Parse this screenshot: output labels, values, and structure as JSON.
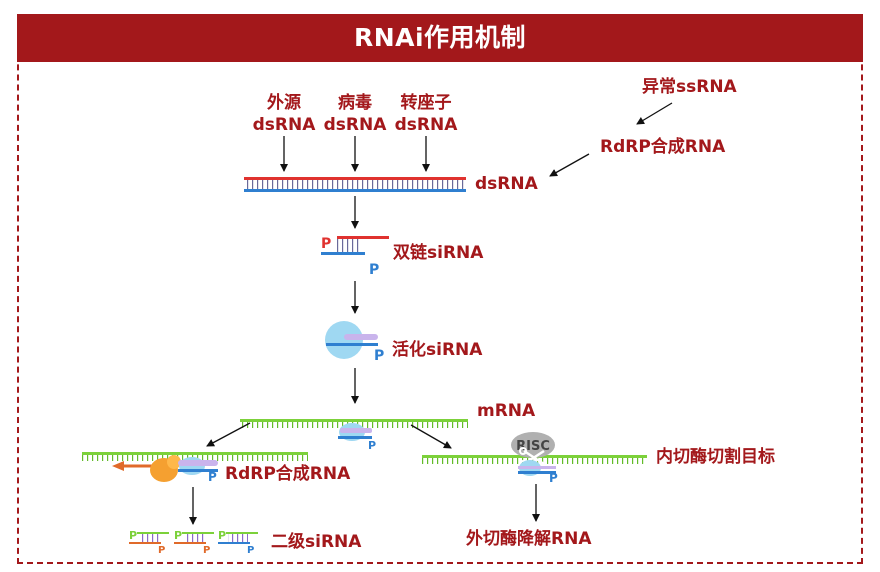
{
  "title": "RNAi作用机制",
  "sources": [
    {
      "line1": "外源",
      "line2": "dsRNA"
    },
    {
      "line1": "病毒",
      "line2": "dsRNA"
    },
    {
      "line1": "转座子",
      "line2": "dsRNA"
    }
  ],
  "labels": {
    "aberrant_ssrna": "异常ssRNA",
    "rdrp_synthesis_top": "RdRP合成RNA",
    "dsrna": "dsRNA",
    "double_sirna": "双链siRNA",
    "active_sirna": "活化siRNA",
    "mrna": "mRNA",
    "rdrp_synthesis_left": "RdRP合成RNA",
    "endonuclease_cleavage": "内切酶切割目标",
    "secondary_sirna": "二级siRNA",
    "exonuclease_degradation": "外切酶降解RNA"
  },
  "icons": {
    "risc": "RISC",
    "phosphate": "P",
    "scissors": "scissors-icon"
  },
  "colors": {
    "accent": "#a3181b",
    "sense_strand": "#e0322f",
    "antisense_strand": "#2f7fd0",
    "mrna": "#7cd13a",
    "ago_blob": "#9fd8f2",
    "sirna_purple": "#b79be0",
    "rdrp_blob": "#f5a030",
    "risc_blob": "#b0b0b0"
  }
}
